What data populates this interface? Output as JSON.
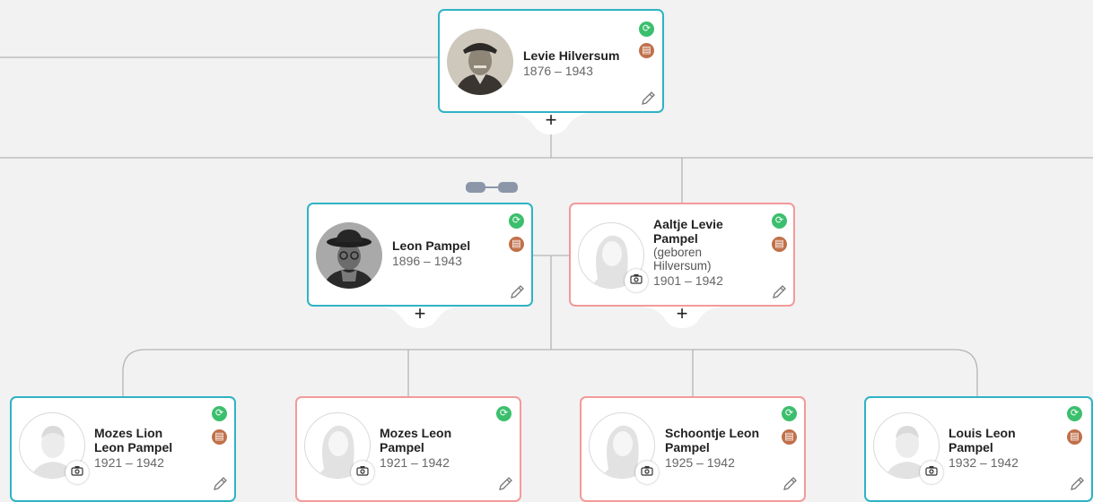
{
  "colors": {
    "male_border": "#2fb3c4",
    "female_border": "#f29a9a",
    "hint_green": "#3bbf6d",
    "record_brown": "#c0704a",
    "line": "#b5b5b5",
    "background": "#f2f2f2"
  },
  "people": [
    {
      "id": "levie",
      "name": "Levie Hilversum",
      "birth_name": "",
      "dates": "1876 – 1943",
      "gender": "male",
      "photo": "portrait"
    },
    {
      "id": "leon",
      "name": "Leon Pampel",
      "birth_name": "",
      "dates": "1896 – 1943",
      "gender": "male",
      "photo": "portrait"
    },
    {
      "id": "aaltje",
      "name": "Aaltje Levie Pampel",
      "birth_name": "(geboren Hilversum)",
      "dates": "1901 – 1942",
      "gender": "female",
      "photo": "placeholder"
    },
    {
      "id": "mozes-lion",
      "name": "Mozes Lion Leon Pampel",
      "birth_name": "",
      "dates": "1921 – 1942",
      "gender": "male",
      "photo": "placeholder"
    },
    {
      "id": "mozes-leon",
      "name": "Mozes Leon Pampel",
      "birth_name": "",
      "dates": "1921 – 1942",
      "gender": "female",
      "photo": "placeholder"
    },
    {
      "id": "schoontje",
      "name": "Schoontje Leon Pampel",
      "birth_name": "",
      "dates": "1925 – 1942",
      "gender": "female",
      "photo": "placeholder"
    },
    {
      "id": "louis",
      "name": "Louis Leon Pampel",
      "birth_name": "",
      "dates": "1932 – 1942",
      "gender": "male",
      "photo": "placeholder"
    }
  ],
  "icons": {
    "hint": "refresh-icon",
    "record": "document-icon",
    "edit": "pencil-icon",
    "add": "plus-icon",
    "camera": "camera-icon",
    "link": "spouse-link-icon"
  },
  "add_label": "+"
}
